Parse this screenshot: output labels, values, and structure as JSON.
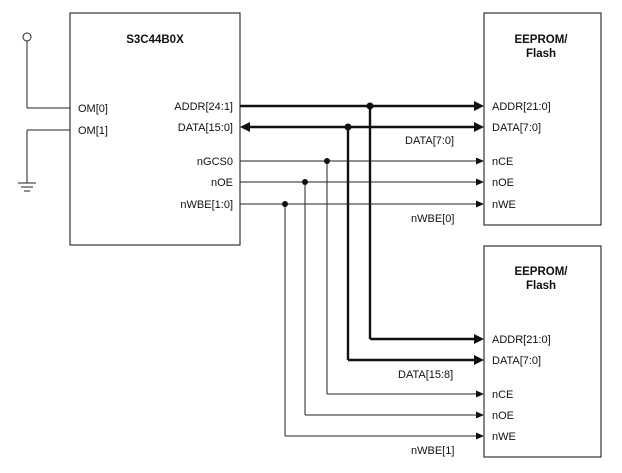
{
  "cpu": {
    "title": "S3C44B0X",
    "om0": "OM[0]",
    "om1": "OM[1]",
    "addr": "ADDR[24:1]",
    "data": "DATA[15:0]",
    "ngcs": "nGCS0",
    "noe": "nOE",
    "nwbe": "nWBE[1:0]"
  },
  "mem_top": {
    "title_l1": "EEPROM/",
    "title_l2": "Flash",
    "addr": "ADDR[21:0]",
    "data": "DATA[7:0]",
    "nce": "nCE",
    "noe": "nOE",
    "nwe": "nWE"
  },
  "mem_bottom": {
    "title_l1": "EEPROM/",
    "title_l2": "Flash",
    "addr": "ADDR[21:0]",
    "data": "DATA[7:0]",
    "nce": "nCE",
    "noe": "nOE",
    "nwe": "nWE"
  },
  "wires": {
    "data_low": "DATA[7:0]",
    "nwbe0": "nWBE[0]",
    "data_high": "DATA[15:8]",
    "nwbe1": "nWBE[1]"
  }
}
